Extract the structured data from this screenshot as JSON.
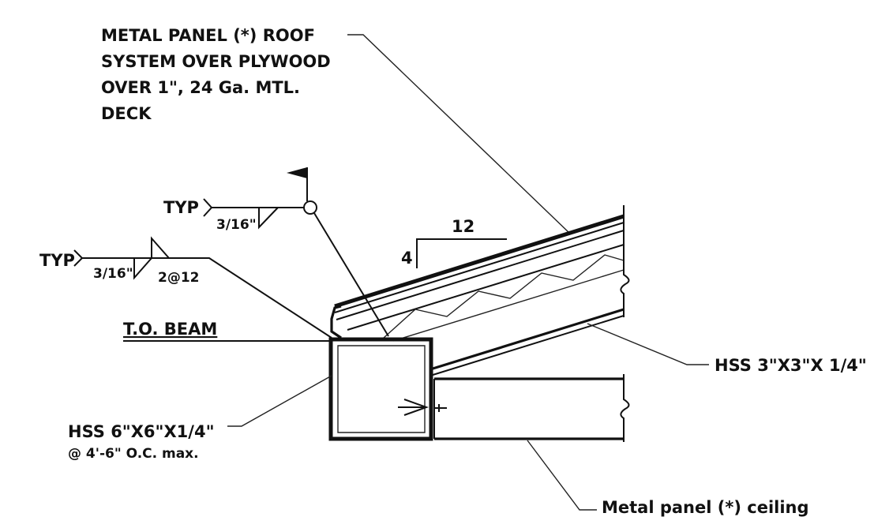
{
  "notes": {
    "roof_system": [
      "METAL PANEL (*) ROOF",
      "SYSTEM OVER PLYWOOD",
      "OVER 1\", 24 Ga. MTL.",
      "DECK"
    ],
    "weld_top": {
      "typ": "TYP",
      "size": "3/16\""
    },
    "weld_left": {
      "typ": "TYP",
      "size": "3/16\"",
      "pitch": "2@12"
    },
    "beam_top": "T.O. BEAM",
    "slope": {
      "run": "12",
      "rise": "4"
    },
    "hss_column": [
      "HSS 6\"X6\"X1/4\"",
      "@ 4'-6\" O.C. max."
    ],
    "hss_tube": "HSS 3\"X3\"X 1/4\"",
    "ceiling": "Metal panel (*) ceiling"
  }
}
